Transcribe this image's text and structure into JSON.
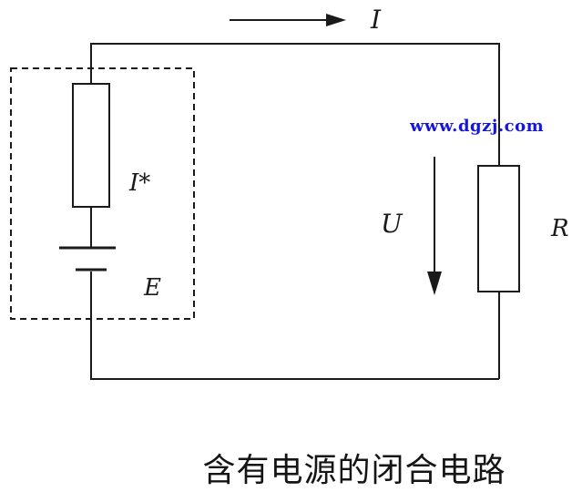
{
  "labels": {
    "current": "I",
    "internal_resistance": "I*",
    "emf": "E",
    "voltage": "U",
    "load_resistor": "R"
  },
  "watermark": "www.dgzj.com",
  "caption": "含有电源的闭合电路",
  "colors": {
    "line": "#1a1a1a",
    "watermark": "#1515e0"
  }
}
